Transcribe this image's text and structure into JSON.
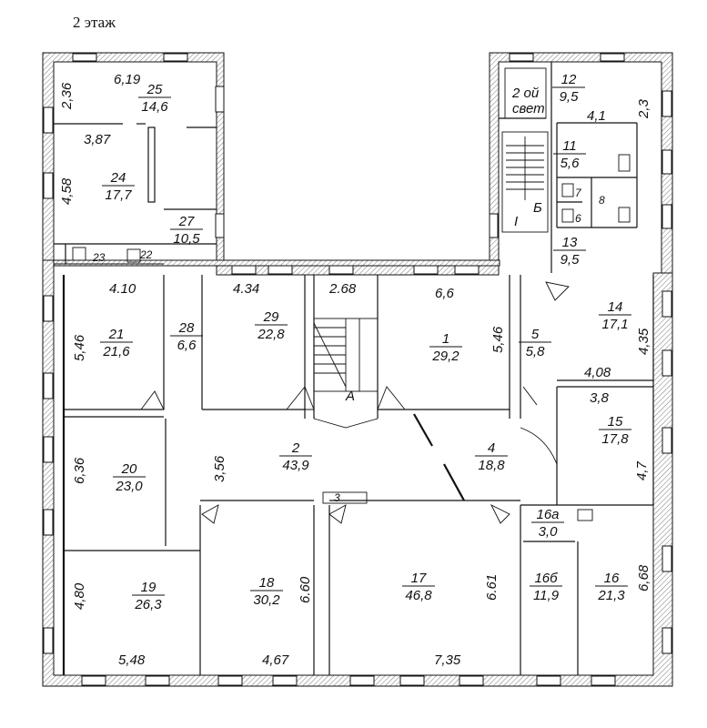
{
  "floor_title": "2 этаж",
  "stair_labels": {
    "a": "А",
    "b": "Б",
    "c": "I",
    "toilet3": "3"
  },
  "rooms": [
    {
      "id": "25",
      "area": "14,6"
    },
    {
      "id": "24",
      "area": "17,7"
    },
    {
      "id": "27",
      "area": "10,5"
    },
    {
      "id": "21",
      "area": "21,6"
    },
    {
      "id": "28",
      "area": "6,6"
    },
    {
      "id": "29",
      "area": "22,8"
    },
    {
      "id": "1",
      "area": "29,2"
    },
    {
      "id": "5",
      "area": "5,8"
    },
    {
      "id": "14",
      "area": "17,1"
    },
    {
      "id": "15",
      "area": "17,8"
    },
    {
      "id": "2",
      "area": "43,9"
    },
    {
      "id": "4",
      "area": "18,8"
    },
    {
      "id": "20",
      "area": "23,0"
    },
    {
      "id": "19",
      "area": "26,3"
    },
    {
      "id": "18",
      "area": "30,2"
    },
    {
      "id": "17",
      "area": "46,8"
    },
    {
      "id": "16а",
      "area": "3,0"
    },
    {
      "id": "16б",
      "area": "11,9"
    },
    {
      "id": "16",
      "area": "21,3"
    },
    {
      "id": "12",
      "area": "9,5"
    },
    {
      "id": "11",
      "area": "5,6"
    },
    {
      "id": "13",
      "area": "9,5"
    }
  ],
  "small_labels": {
    "r22": "22",
    "r23": "23",
    "r7": "7",
    "r6": "6",
    "r8": "8",
    "light_well": "2 ой",
    "light_well2": "свет"
  },
  "dimensions": {
    "d_6_19": "6,19",
    "d_2_36": "2,36",
    "d_3_87": "3,87",
    "d_4_58": "4,58",
    "d_4_10": "4.10",
    "d_5_46a": "5,46",
    "d_4_34": "4.34",
    "d_2_68": "2.68",
    "d_6_6": "6,6",
    "d_5_46b": "5,46",
    "d_4_35": "4,35",
    "d_4_08": "4,08",
    "d_3_8": "3,8",
    "d_4_7": "4,7",
    "d_3_56": "3,56",
    "d_6_36": "6,36",
    "d_4_80": "4,80",
    "d_5_48": "5,48",
    "d_6_60": "6.60",
    "d_4_67": "4,67",
    "d_6_61": "6.61",
    "d_7_35": "7,35",
    "d_6_68": "6,68",
    "d_4_1": "4,1",
    "d_2_3": "2,3"
  }
}
